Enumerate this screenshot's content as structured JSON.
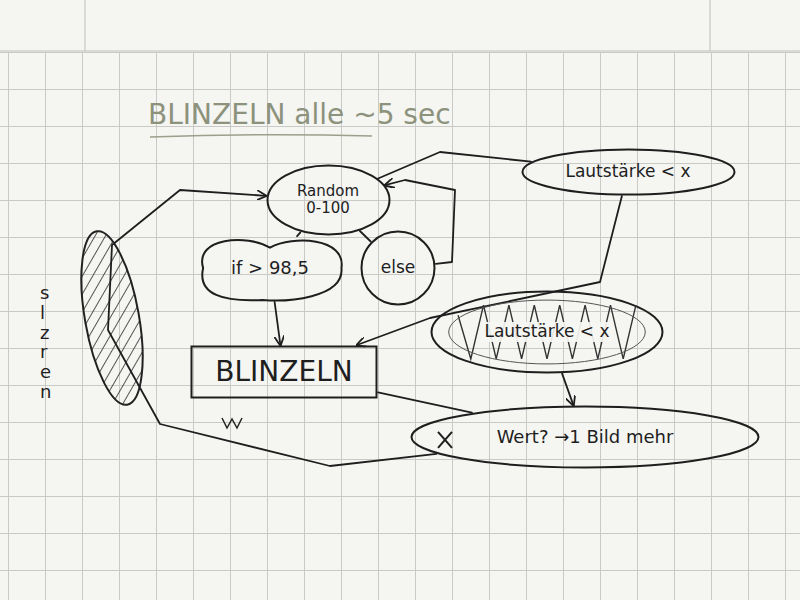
{
  "diagram": {
    "title": "BLINZELN alle ~5 sec",
    "nodes": [
      {
        "text": [
          "Random 0-100"
        ]
      },
      {
        "text": [
          "if > 98,5"
        ]
      },
      {
        "text": [
          "else"
        ]
      },
      {
        "text": [
          "Lautstärke < x"
        ]
      },
      {
        "text": [
          "Lautstärke < x"
        ]
      },
      {
        "text": [
          "BLINZELN"
        ]
      },
      {
        "text": [
          "Wert? →1 Bild mehr"
        ]
      }
    ],
    "edges": [
      {
        "from": 0,
        "to": 1,
        "arrow": "none"
      },
      {
        "from": 0,
        "to": 2,
        "arrow": "none"
      },
      {
        "from": 2,
        "to": 0,
        "arrow": "to"
      },
      {
        "from": 1,
        "to": 5,
        "arrow": "to"
      },
      {
        "from": 3,
        "to": 0,
        "arrow": "none"
      },
      {
        "from": 3,
        "to": 5,
        "arrow": "to"
      },
      {
        "from": 4,
        "to": 6,
        "arrow": "to"
      },
      {
        "from": 5,
        "to": 6,
        "arrow": "none"
      },
      {
        "from": 6,
        "to": 0,
        "arrow": "to"
      }
    ],
    "labels": [
      "slzren"
    ]
  }
}
